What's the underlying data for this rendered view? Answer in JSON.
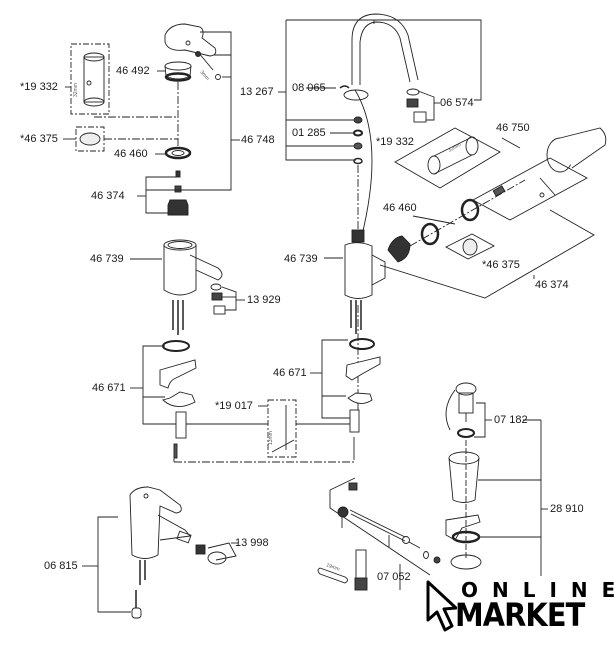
{
  "title": "Exploded parts diagram – single-lever basin, sink and bidet mixers with waste",
  "labels": {
    "p19332a": "*19 332",
    "p46492": "46 492",
    "p46375a": "*46 375",
    "p46460a": "46 460",
    "p46748": "46 748",
    "p46374a": "46 374",
    "p46739a": "46 739",
    "p13929": "13 929",
    "p46671a": "46 671",
    "p19017": "*19 017",
    "p06815": "06 815",
    "p13998": "13 998",
    "p13267": "13 267",
    "p08065": "08 065",
    "p01285": "01 285",
    "p06574": "06 574",
    "p19332b": "*19 332",
    "p46750": "46 750",
    "p46460b": "46 460",
    "p46375b": "*46 375",
    "p46374b": "46 374",
    "p46739b": "46 739",
    "p46671b": "46 671",
    "p07182": "07 182",
    "p28910": "28 910",
    "p07052": "07 052"
  },
  "dimensions": {
    "cartridge": "32mm",
    "hex_key": "3mm",
    "tool_19017": "13mm",
    "wrench": "19mm"
  },
  "logo": {
    "line1": "ONLINE",
    "line2": "MARKET"
  }
}
